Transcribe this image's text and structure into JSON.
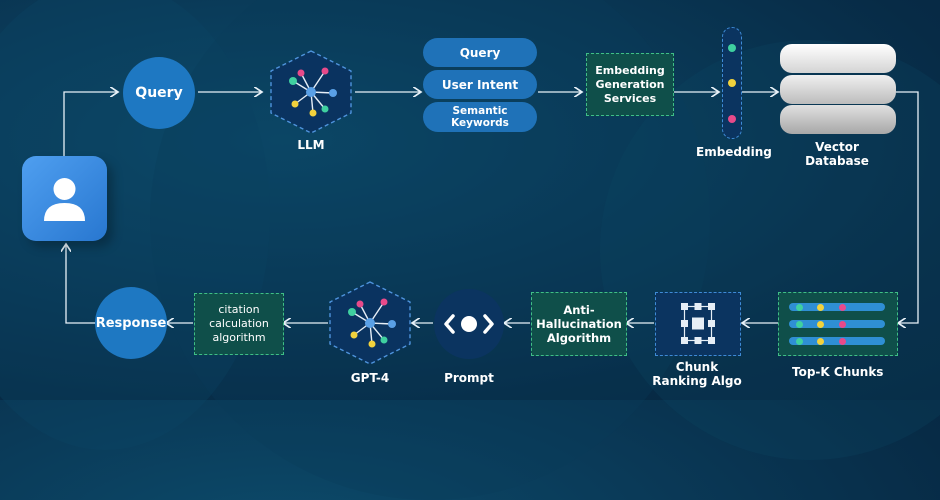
{
  "nodes": {
    "query_circle": "Query",
    "llm_label": "LLM",
    "pills": [
      "Query",
      "User Intent",
      "Semantic Keywords"
    ],
    "embedding_services": "Embedding Generation Services",
    "embedding_label": "Embedding",
    "vector_db_label": "Vector Database",
    "top_k_label": "Top-K Chunks",
    "chunk_ranking_label": "Chunk Ranking Algo",
    "anti_hallucination": "Anti-Hallucination Algorithm",
    "prompt_label": "Prompt",
    "gpt4_label": "GPT-4",
    "citation": "citation calculation algorithm",
    "response_circle": "Response"
  },
  "icons": {
    "user": "user-icon",
    "llm": "neural-network-icon",
    "gpt4": "neural-network-icon",
    "prompt": "code-brackets-icon",
    "embedding": "embedding-vector-icon",
    "database": "database-icon",
    "chunks": "chunks-list-icon",
    "ranking": "ranking-grid-icon"
  },
  "colors": {
    "primary_blue": "#1e78c2",
    "green_dashed": "#3fbf86",
    "dot_green": "#3fd0a0",
    "dot_yellow": "#f2d23c",
    "dot_pink": "#e84a8a"
  }
}
